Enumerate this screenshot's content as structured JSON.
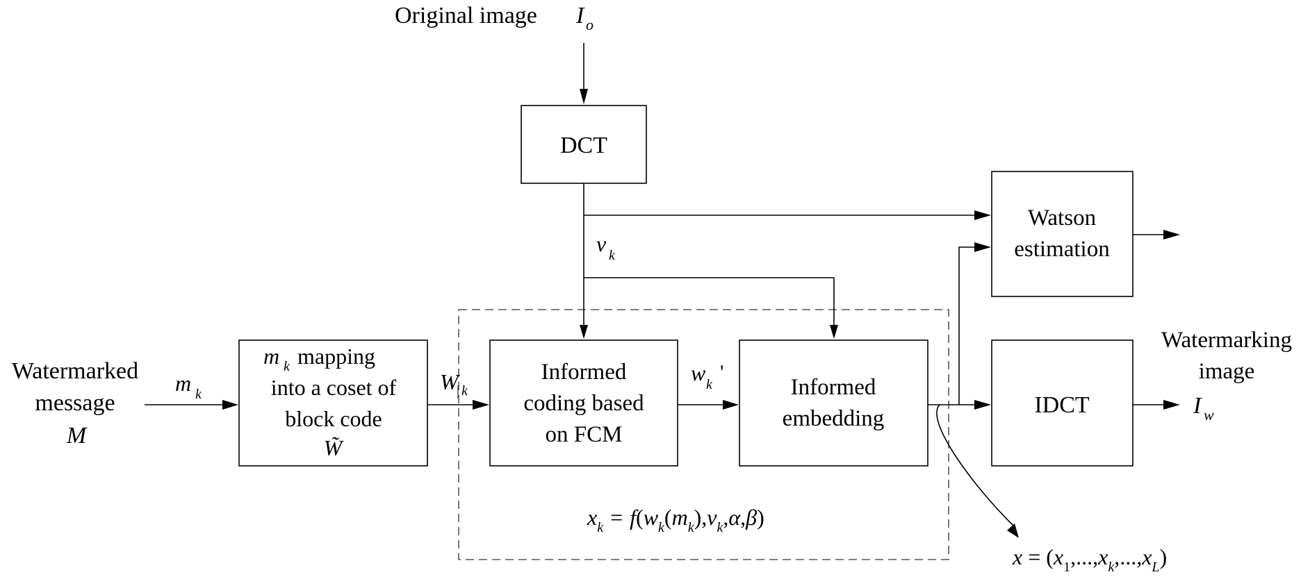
{
  "labels": {
    "original_image": "Original image",
    "watermarked_message": [
      "Watermarked",
      "message"
    ],
    "watermarking_image": [
      "Watermarking",
      "image"
    ]
  },
  "blocks": {
    "dct": "DCT",
    "mapping": [
      "mapping",
      "into a coset of",
      "block code"
    ],
    "informed_coding": [
      "Informed",
      "coding based",
      "on FCM"
    ],
    "informed_embedding": [
      "Informed",
      "embedding"
    ],
    "watson": [
      "Watson",
      "estimation"
    ],
    "idct": "IDCT"
  },
  "symbols": {
    "I": "I",
    "o_sub": "o",
    "w_sub": "w",
    "M": "M",
    "m": "m",
    "k": "k",
    "v": "v",
    "W": "W",
    "w": "w",
    "prime": "'",
    "x": "x",
    "f": "f",
    "alpha": "α",
    "beta": "β",
    "one": "1",
    "L": "L",
    "tilde_W": "W̃",
    "eq": "=",
    "lparen": "(",
    "rparen": ")",
    "comma": ",",
    "ellipsis": "...",
    "bar": "|"
  },
  "colors": {
    "line": "#000000",
    "dashed_region": "#555555",
    "background": "#ffffff"
  }
}
